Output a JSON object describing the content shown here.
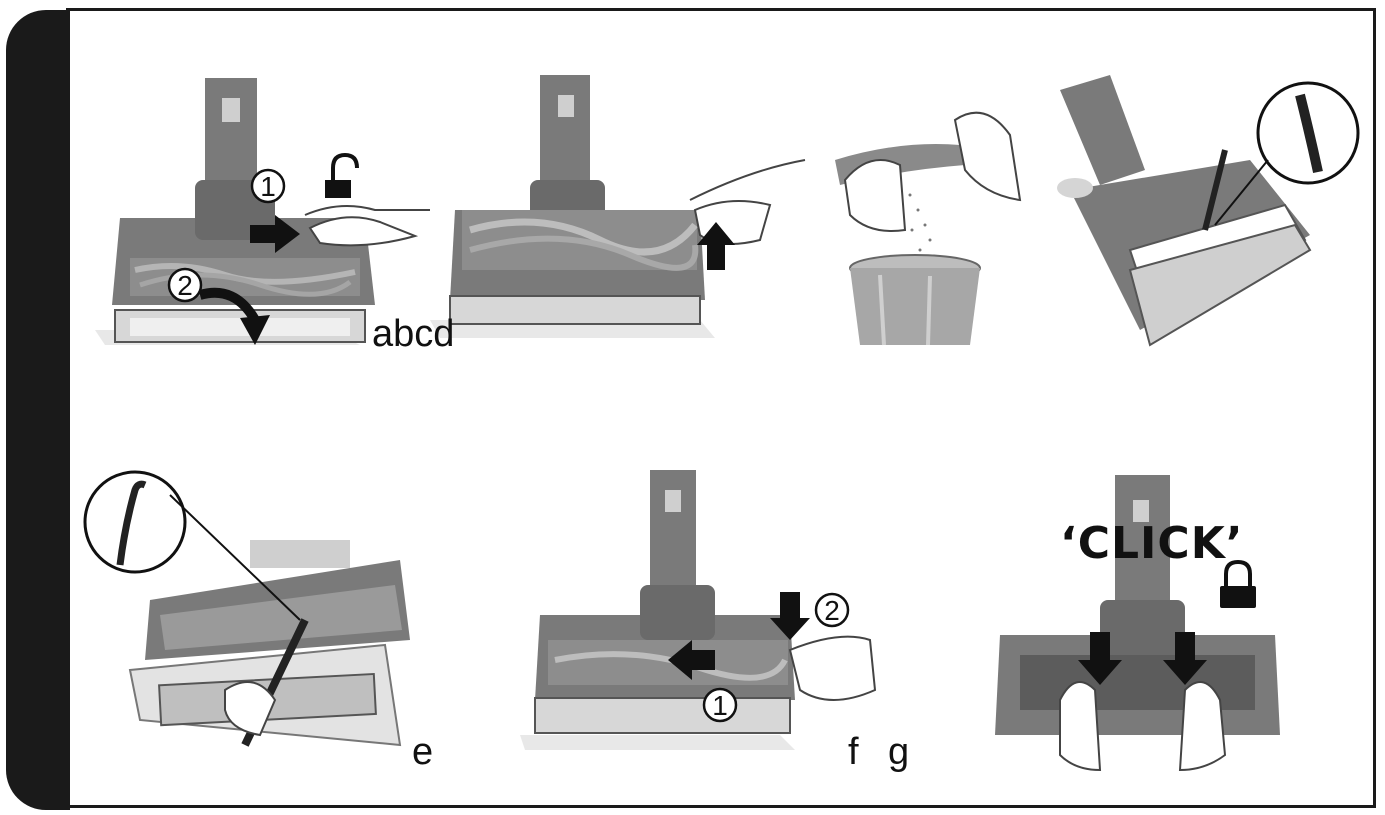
{
  "panel": {
    "step_labels": {
      "row1": "abcd",
      "row2_e": "e",
      "row2_f": "f",
      "row2_g": "g"
    },
    "numbers": {
      "one": "1",
      "two": "2"
    },
    "click_text": "‘CLICK’"
  },
  "icons": [
    "unlocked-padlock-icon",
    "locked-padlock-icon",
    "arrow-right-icon",
    "arrow-up-icon",
    "arrow-down-icon",
    "arrow-left-icon",
    "curved-arrow-icon"
  ],
  "colors": {
    "frame": "#1a1a1a",
    "device": "#7a7a7a",
    "device_dark": "#5c5c5c",
    "device_light": "#b8b8b8",
    "arrow": "#111111"
  }
}
